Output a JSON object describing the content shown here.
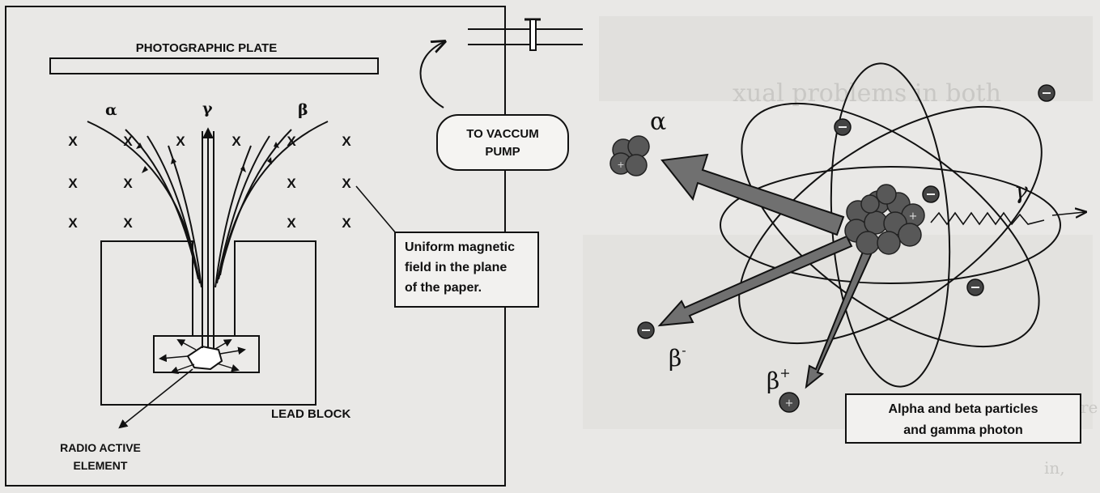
{
  "left_diagram": {
    "photographic_plate_label": "PHOTOGRAPHIC PLATE",
    "alpha_label": "α",
    "gamma_label": "γ",
    "beta_label": "β",
    "field_marker": "X",
    "field_note_lines": [
      "Uniform magnetic",
      "field in the plane",
      "of the paper."
    ],
    "vacuum_pump_lines": [
      "TO VACCUM",
      "PUMP"
    ],
    "lead_block_label": "LEAD BLOCK",
    "radioactive_element_lines": [
      "RADIO ACTIVE",
      "ELEMENT"
    ]
  },
  "right_diagram": {
    "alpha_label": "α",
    "gamma_label": "γ",
    "beta_minus_label": "β",
    "beta_minus_sup": "-",
    "beta_plus_label": "β",
    "beta_plus_sup": "+",
    "caption_lines": [
      "Alpha and beta particles",
      "and gamma photon"
    ],
    "background_text": "xual problems in both",
    "edge_text_1": "re",
    "edge_text_2": "in,"
  },
  "colors": {
    "ink": "#111111",
    "paper": "#e9e8e6",
    "arrow_fill": "#6f6f6f",
    "particle": "#555555"
  }
}
